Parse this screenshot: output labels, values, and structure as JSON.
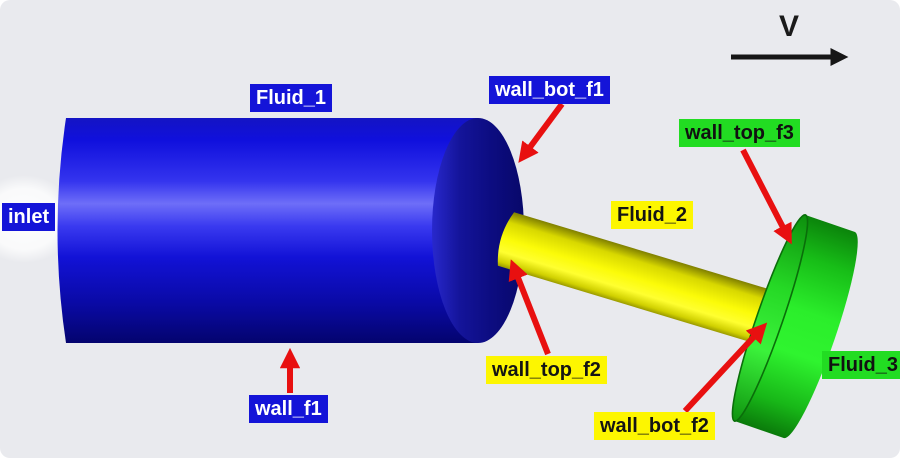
{
  "figure": {
    "type": "cad-annotated-geometry",
    "velocity_label": "V",
    "labels": {
      "inlet": "inlet",
      "fluid1": "Fluid_1",
      "wall_f1": "wall_f1",
      "wall_bot_f1": "wall_bot_f1",
      "fluid2": "Fluid_2",
      "wall_top_f2": "wall_top_f2",
      "wall_bot_f2": "wall_bot_f2",
      "fluid3": "Fluid_3",
      "wall_top_f3": "wall_top_f3"
    },
    "colors": {
      "background": "#e9eaee",
      "fluid1_body": "#2a2af0",
      "fluid2_body": "#f8f400",
      "fluid3_body": "#2bee2b",
      "blue_tag_bg": "#1414d8",
      "blue_tag_text": "#ffffff",
      "yellow_tag_bg": "#fdf600",
      "yellow_tag_text": "#141414",
      "green_tag_bg": "#22dc22",
      "green_tag_text": "#111111",
      "arrow_red": "#e81010",
      "arrow_black": "#161616"
    }
  }
}
